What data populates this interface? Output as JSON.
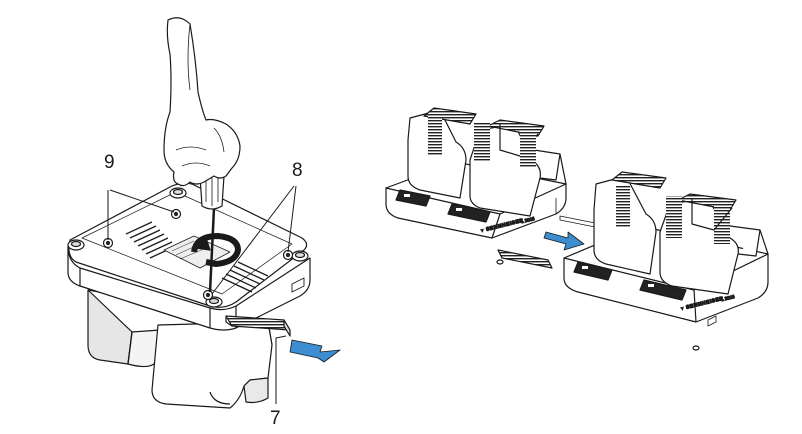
{
  "callouts": {
    "screw_label": "8",
    "foot_label": "9",
    "latch_label": "7"
  },
  "brand": {
    "name": "SENNHEISER",
    "model": "L 2015"
  },
  "colors": {
    "arrow": "#3d8ed0",
    "ink": "#1a1a1a",
    "fill": "#ffffff",
    "shade": "#cfcfcf"
  }
}
